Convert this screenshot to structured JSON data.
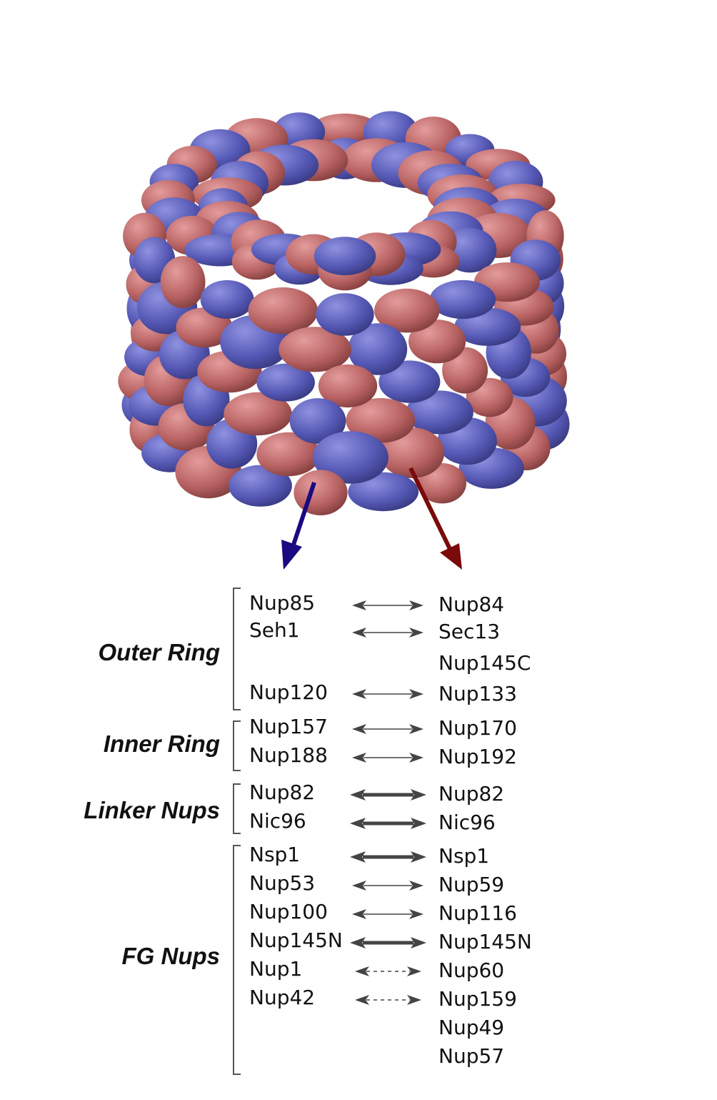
{
  "colors": {
    "blue_subunit": "#5a5cb8",
    "red_subunit": "#bb6a6a",
    "blue_arrow": "#1a0a80",
    "red_arrow": "#7a0a0a",
    "pair_arrow": "#444444"
  },
  "groups": [
    {
      "label": "Outer Ring"
    },
    {
      "label": "Inner Ring"
    },
    {
      "label": "Linker Nups"
    },
    {
      "label": "FG Nups"
    }
  ],
  "rows": [
    {
      "left": "Nup85",
      "right": "Nup84",
      "arrow": "thin"
    },
    {
      "left": "Seh1",
      "right": "Sec13",
      "arrow": "thin"
    },
    {
      "left": "",
      "right": "Nup145C",
      "arrow": "none"
    },
    {
      "left": "Nup120",
      "right": "Nup133",
      "arrow": "thin"
    },
    {
      "left": "Nup157",
      "right": "Nup170",
      "arrow": "thin"
    },
    {
      "left": "Nup188",
      "right": "Nup192",
      "arrow": "thin"
    },
    {
      "left": "Nup82",
      "right": "Nup82",
      "arrow": "thick"
    },
    {
      "left": "Nic96",
      "right": "Nic96",
      "arrow": "thick"
    },
    {
      "left": "Nsp1",
      "right": "Nsp1",
      "arrow": "thick"
    },
    {
      "left": "Nup53",
      "right": "Nup59",
      "arrow": "thin"
    },
    {
      "left": "Nup100",
      "right": "Nup116",
      "arrow": "thin"
    },
    {
      "left": "Nup145N",
      "right": "Nup145N",
      "arrow": "thick"
    },
    {
      "left": "Nup1",
      "right": "Nup60",
      "arrow": "dashed"
    },
    {
      "left": "Nup42",
      "right": "Nup159",
      "arrow": "dashed"
    },
    {
      "left": "",
      "right": "Nup49",
      "arrow": "none"
    },
    {
      "left": "",
      "right": "Nup57",
      "arrow": "none"
    }
  ]
}
